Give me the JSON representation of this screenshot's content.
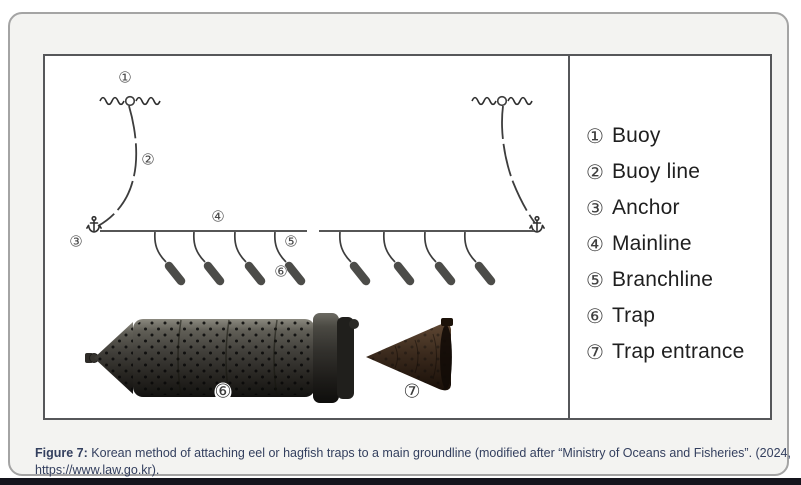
{
  "figure": {
    "caption_label": "Figure 7:",
    "caption_text": "Korean method of attaching eel or hagfish traps to a main groundline (modified after “Ministry of Oceans and Fisheries”. (2024,",
    "caption_line2": "https://www.law.go.kr)."
  },
  "legend": {
    "items": [
      {
        "num": "①",
        "label": "Buoy"
      },
      {
        "num": "②",
        "label": "Buoy line"
      },
      {
        "num": "③",
        "label": "Anchor"
      },
      {
        "num": "④",
        "label": "Mainline"
      },
      {
        "num": "⑤",
        "label": "Branchline"
      },
      {
        "num": "⑥",
        "label": "Trap"
      },
      {
        "num": "⑦",
        "label": "Trap entrance"
      }
    ]
  },
  "diagram": {
    "markers": [
      {
        "symbol": "①",
        "name": "buoy"
      },
      {
        "symbol": "②",
        "name": "buoy-line"
      },
      {
        "symbol": "③",
        "name": "anchor"
      },
      {
        "symbol": "④",
        "name": "mainline"
      },
      {
        "symbol": "⑤",
        "name": "branchline"
      },
      {
        "symbol": "⑥",
        "name": "trap"
      },
      {
        "symbol": "⑥",
        "name": "trap-photo"
      },
      {
        "symbol": "⑦",
        "name": "trap-entrance-photo"
      }
    ]
  },
  "colors": {
    "caption_text": "#333f5e",
    "footer_bar": "#14141c",
    "figure_border": "#56575a"
  }
}
